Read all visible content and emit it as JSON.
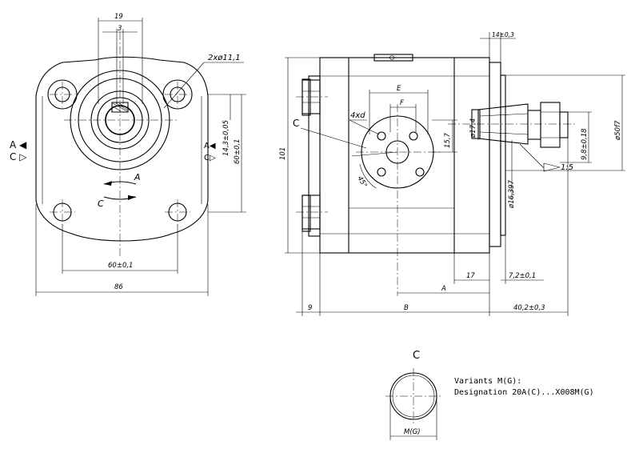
{
  "front_view": {
    "dim_19": "19",
    "dim_3": "3",
    "dim_holes": "2xø11,1",
    "arrow_a_label": "A",
    "arrow_c_label": "C",
    "side_a": "A ◀",
    "side_c": "C ▷",
    "inner_a": "A◀",
    "inner_c": "C▷",
    "dim_14_3": "14,3±0,05",
    "dim_60_v": "60±0,1",
    "dim_60_h": "60±0,1",
    "dim_86": "86"
  },
  "side_view": {
    "dim_14_top": "14±0,3",
    "dim_e": "E",
    "dim_f": "F",
    "dim_4xd": "4xd",
    "label_c": "C",
    "dim_15_7": "15,7",
    "dim_45": "45°",
    "dim_17_4": "ø17,4",
    "dim_16_397": "ø16,397",
    "dim_50f7": "ø50f7",
    "dim_9_8": "9,8±0,18",
    "taper": "1:5",
    "dim_101": "101",
    "dim_17": "17",
    "dim_a": "A",
    "dim_7_2": "7,2±0,1",
    "dim_9": "9",
    "dim_b": "B",
    "dim_40_2": "40,2±0,3"
  },
  "detail_c": {
    "title": "C",
    "dim_mg": "M(G)",
    "variants_line1": "Variants M(G):",
    "variants_line2": "Designation  20A(C)...X008M(G)"
  }
}
